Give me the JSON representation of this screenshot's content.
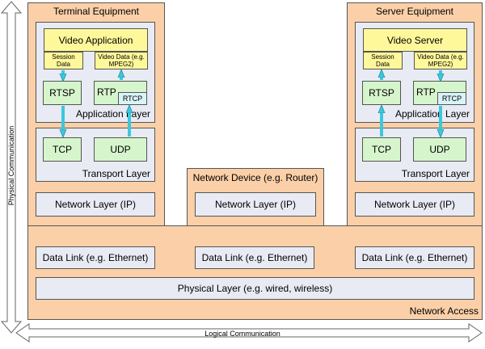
{
  "terminal": {
    "title": "Terminal Equipment",
    "app_name": "Video Application",
    "session_data": "Session Data",
    "video_data": "Video Data (e.g. MPEG2)",
    "rtsp": "RTSP",
    "rtp": "RTP",
    "rtcp": "RTCP",
    "application_layer": "Application Layer",
    "tcp": "TCP",
    "udp": "UDP",
    "transport_layer": "Transport Layer",
    "network_layer": "Network Layer (IP)"
  },
  "server": {
    "title": "Server Equipment",
    "app_name": "Video Server",
    "session_data": "Session Data",
    "video_data": "Video Data (e.g. MPEG2)",
    "rtsp": "RTSP",
    "rtp": "RTP",
    "rtcp": "RTCP",
    "application_layer": "Application Layer",
    "tcp": "TCP",
    "udp": "UDP",
    "transport_layer": "Transport Layer",
    "network_layer": "Network Layer (IP)"
  },
  "router": {
    "title": "Network Device (e.g. Router)",
    "network_layer": "Network Layer (IP)"
  },
  "network_access": {
    "label": "Network Access",
    "data_link_left": "Data Link (e.g. Ethernet)",
    "data_link_middle": "Data Link (e.g. Ethernet)",
    "data_link_right": "Data Link (e.g. Ethernet)",
    "physical_layer": "Physical Layer (e.g. wired, wireless)"
  },
  "labels": {
    "physical_communication": "Physical Communication",
    "logical_communication": "Logical Communication"
  },
  "colors": {
    "container": "#fbd0a8",
    "layer": "#e8ebf3",
    "application": "#fff89a",
    "protocol": "#d6f5cc",
    "arrow": "#3cc8dc"
  }
}
